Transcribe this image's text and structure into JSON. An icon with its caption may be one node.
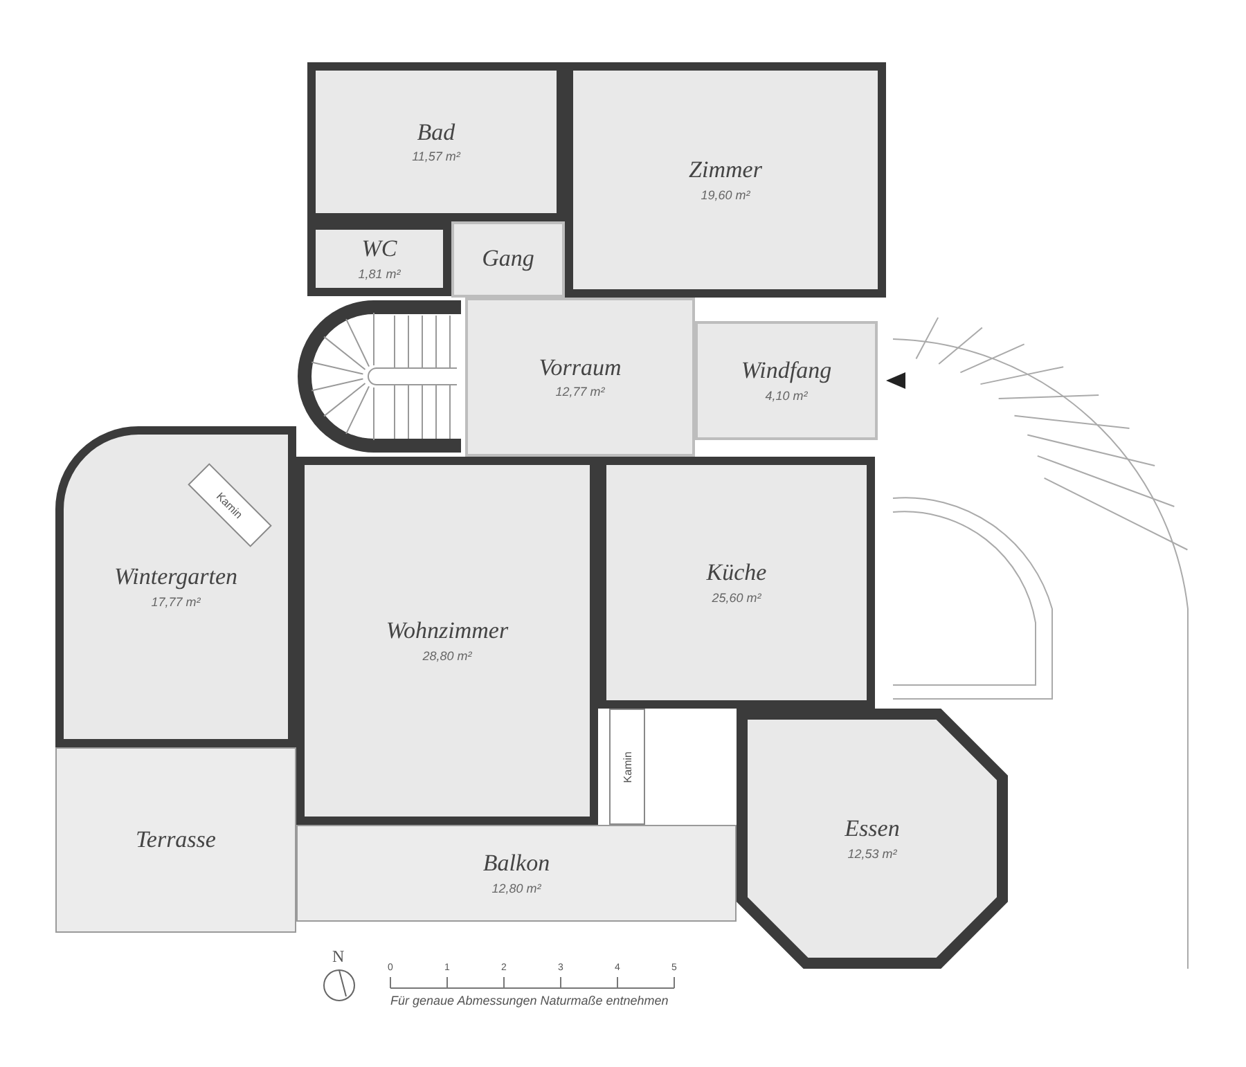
{
  "diagram": {
    "nodes": [
      {
        "text": [
          "Bad",
          "11,57 m²"
        ]
      },
      {
        "text": [
          "Zimmer",
          "19,60 m²"
        ]
      },
      {
        "text": [
          "WC",
          "1,81 m²"
        ]
      },
      {
        "text": [
          "Gang"
        ]
      },
      {
        "text": [
          "Vorraum",
          "12,77 m²"
        ]
      },
      {
        "text": [
          "Windfang",
          "4,10 m²"
        ]
      },
      {
        "text": [
          "Kamin"
        ],
        "in": 7
      },
      {
        "text": [
          "Wintergarten",
          "17,77 m²"
        ]
      },
      {
        "text": [
          "Wohnzimmer",
          "28,80 m²"
        ]
      },
      {
        "text": [
          "Küche",
          "25,60 m²"
        ]
      },
      {
        "text": [
          "Kamin"
        ]
      },
      {
        "text": [
          "Essen",
          "12,53 m²"
        ]
      },
      {
        "text": [
          "Terrasse"
        ]
      },
      {
        "text": [
          "Balkon",
          "12,80 m²"
        ]
      }
    ],
    "labels": [
      "N",
      "0",
      "1",
      "2",
      "3",
      "4",
      "5",
      "Für genaue Abmessungen Naturmaße entnehmen"
    ]
  }
}
